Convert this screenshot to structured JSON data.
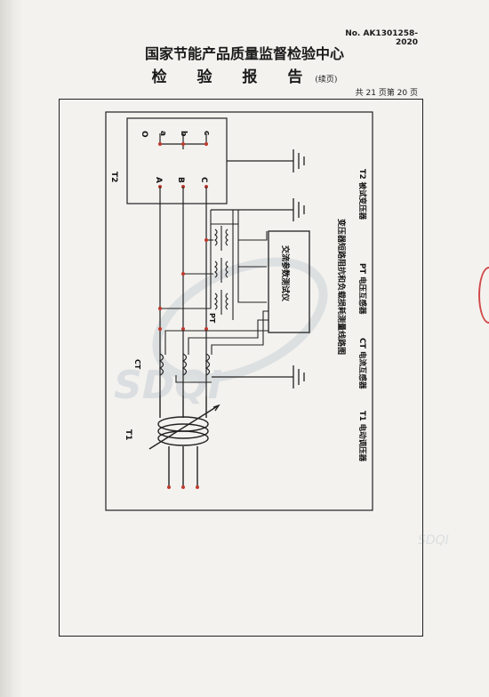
{
  "header": {
    "doc_no": "No. AK1301258-2020",
    "organization": "国家节能产品质量监督检验中心",
    "report_title": "检 验 报 告",
    "continued": "(续页)",
    "page_info": "共 21 页第 20 页"
  },
  "diagram": {
    "t2_label": "T2",
    "t2_primary_terminals": [
      "A",
      "B",
      "C"
    ],
    "t2_secondary_terminals": [
      "O",
      "a",
      "b",
      "c"
    ],
    "ct_label": "CT",
    "pt_label": "PT",
    "t1_label": "T1",
    "instrument_label": "交流参数测试仪",
    "title": "变压器短路阻抗和负载损耗测量线路图",
    "legend": [
      "T1 电动调压器",
      "CT 电流互感器",
      "PT 电压互感器",
      "T2 被试变压器"
    ]
  },
  "watermark": {
    "text": "SDQI"
  }
}
